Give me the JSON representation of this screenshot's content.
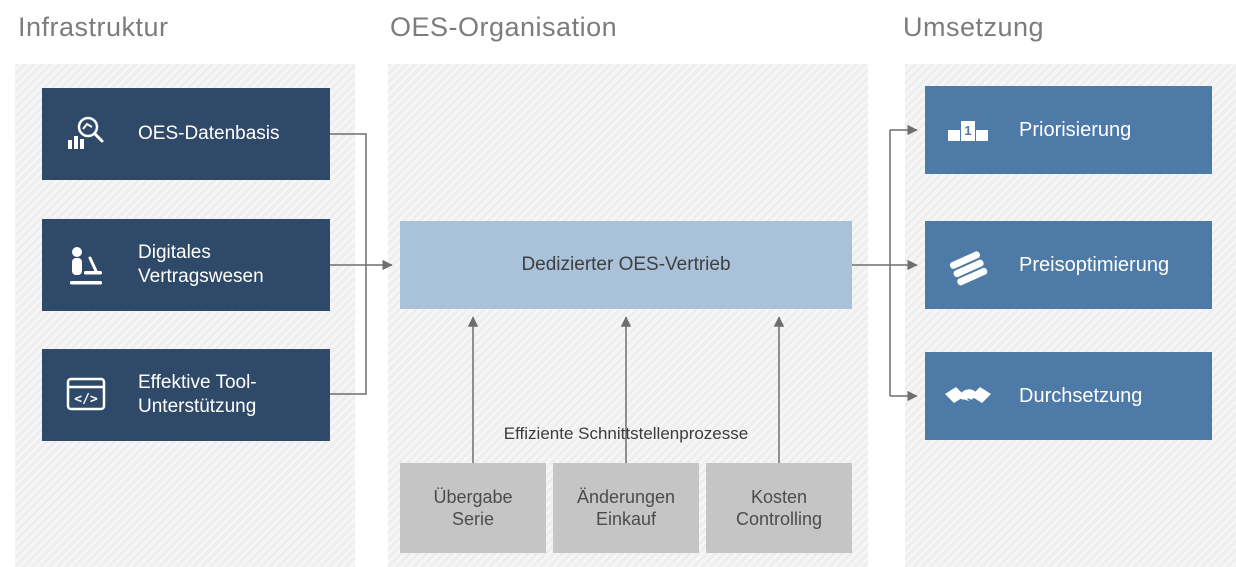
{
  "columns": [
    {
      "title": "Infrastruktur"
    },
    {
      "title": "OES-Organisation"
    },
    {
      "title": "Umsetzung"
    }
  ],
  "infrastruktur": {
    "items": [
      {
        "label": "OES-Datenbasis",
        "icon": "chart-magnifier-icon"
      },
      {
        "label": "Digitales\nVertragswesen",
        "icon": "person-laptop-icon"
      },
      {
        "label": "Effektive Tool-\nUnterstützung",
        "icon": "code-window-icon"
      }
    ]
  },
  "organisation": {
    "main_box_label": "Dedizierter OES-Vertrieb",
    "interface_label": "Effiziente Schnittstellenprozesse",
    "inputs": [
      {
        "label": "Übergabe\nSerie"
      },
      {
        "label": "Änderungen\nEinkauf"
      },
      {
        "label": "Kosten\nControlling"
      }
    ]
  },
  "umsetzung": {
    "items": [
      {
        "label": "Priorisierung",
        "icon": "podium-first-place-icon"
      },
      {
        "label": "Preisoptimierung",
        "icon": "price-tags-icon"
      },
      {
        "label": "Durchsetzung",
        "icon": "handshake-icon"
      }
    ]
  },
  "colors": {
    "dark_box": "#2e4a68",
    "steel_box": "#4e7aa7",
    "main_box": "#a9c2d9",
    "gray_box": "#c5c5c5",
    "header_text": "#7c7c7c",
    "arrow": "#6e6e6e",
    "panel_bg": "#eeeeee"
  },
  "podium_number": "1",
  "code_glyph": "</>"
}
